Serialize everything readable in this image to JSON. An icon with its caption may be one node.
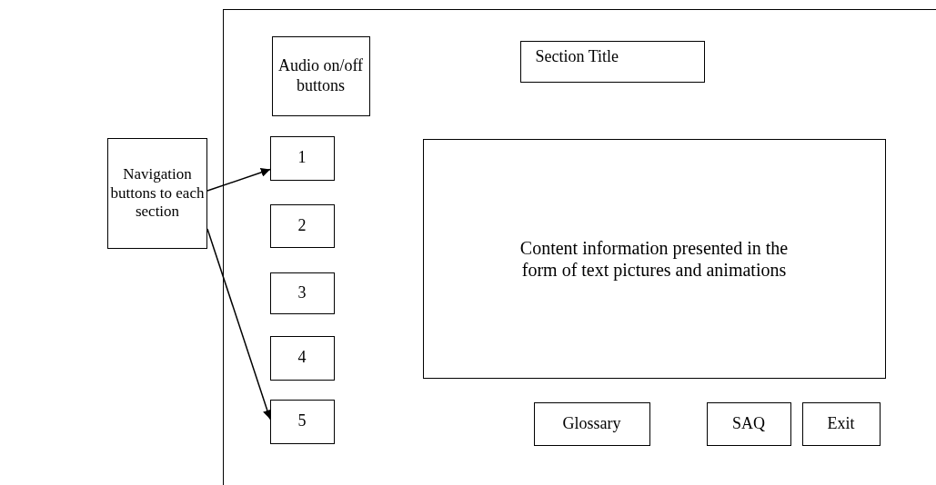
{
  "diagram": {
    "nodes": [
      {
        "text": [],
        "shape": "box"
      },
      {
        "text": [
          "Audio on/off buttons"
        ],
        "in": 0
      },
      {
        "text": [
          "Section Title"
        ],
        "in": 0
      },
      {
        "text": [
          "1"
        ],
        "in": 0
      },
      {
        "text": [
          "2"
        ],
        "in": 0
      },
      {
        "text": [
          "3"
        ],
        "in": 0
      },
      {
        "text": [
          "4"
        ],
        "in": 0
      },
      {
        "text": [
          "5"
        ],
        "in": 0
      },
      {
        "text": [
          "Content information presented in the form of text pictures and animations"
        ],
        "in": 0
      },
      {
        "text": [
          "Glossary"
        ],
        "in": 0
      },
      {
        "text": [
          "SAQ"
        ],
        "in": 0
      },
      {
        "text": [
          "Exit"
        ],
        "in": 0
      },
      {
        "text": [
          "Navigation buttons to each section"
        ]
      }
    ],
    "edges": [
      {
        "from": 12,
        "to": 3,
        "arrow": "to"
      },
      {
        "from": 12,
        "to": 7,
        "arrow": "to"
      }
    ]
  }
}
